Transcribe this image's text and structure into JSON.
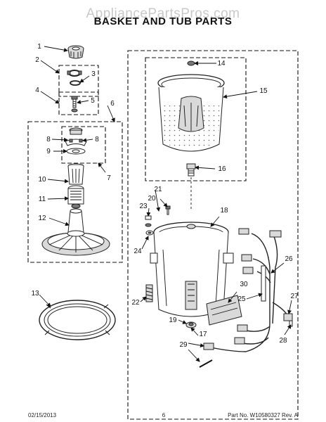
{
  "watermark": "AppliancePartsPros.com",
  "title": "BASKET AND TUB PARTS",
  "callouts": [
    "1",
    "2",
    "3",
    "4",
    "5",
    "6",
    "7",
    "8",
    "8",
    "9",
    "10",
    "11",
    "12",
    "13",
    "14",
    "15",
    "16",
    "17",
    "18",
    "19",
    "20",
    "21",
    "22",
    "23",
    "24",
    "25",
    "26",
    "27",
    "28",
    "29",
    "30"
  ],
  "footer": {
    "date": "02/15/2013",
    "page": "6",
    "part_no": "Part No.  W10580327  Rev.  A"
  }
}
